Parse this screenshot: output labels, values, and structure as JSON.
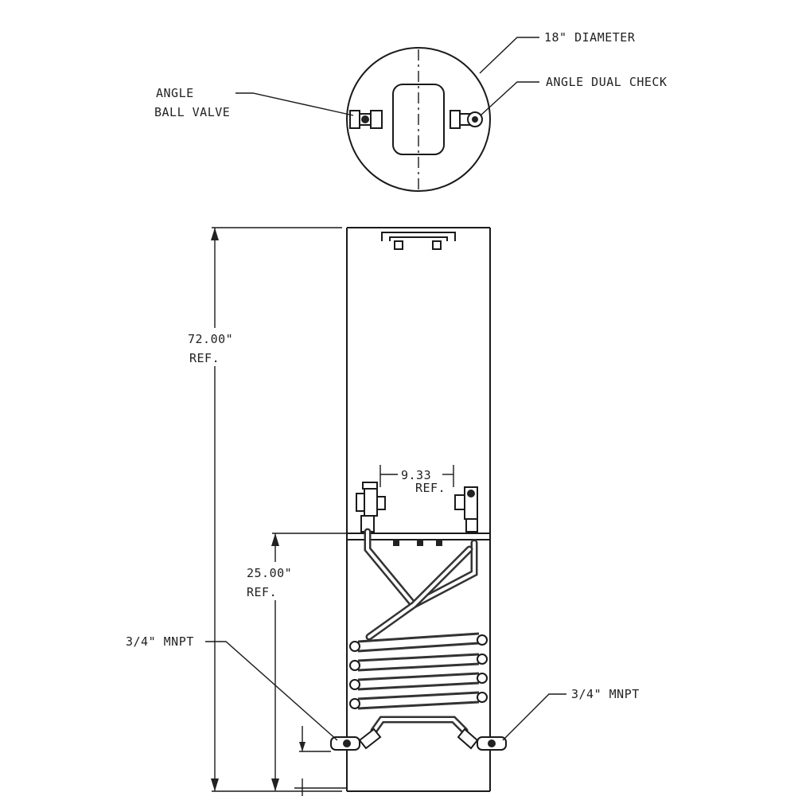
{
  "top_view": {
    "diameter_label": "18\" DIAMETER",
    "angle_ball_valve_line1": "ANGLE",
    "angle_ball_valve_line2": "BALL VALVE",
    "angle_dual_check": "ANGLE DUAL CHECK"
  },
  "front_view": {
    "height_dim": "72.00\"",
    "height_ref": "REF.",
    "valve_spacing_dim": "9.33",
    "valve_spacing_ref": "REF.",
    "lower_dim": "25.00\"",
    "lower_ref": "REF.",
    "left_connection": "3/4\" MNPT",
    "right_connection": "3/4\" MNPT"
  }
}
